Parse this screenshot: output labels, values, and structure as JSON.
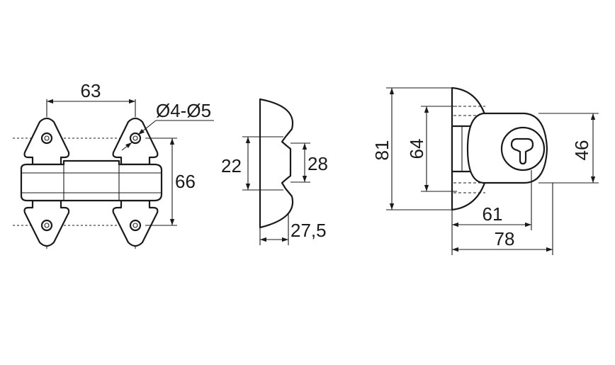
{
  "dimensions": {
    "front_width": "63",
    "front_height": "66",
    "hole_diameter": "Ø4-Ø5",
    "side_inner": "22",
    "side_outer": "28",
    "side_depth": "27,5",
    "right_height_total": "81",
    "right_height_inner": "64",
    "right_height_body": "46",
    "right_width_inner": "61",
    "right_width_total": "78"
  }
}
